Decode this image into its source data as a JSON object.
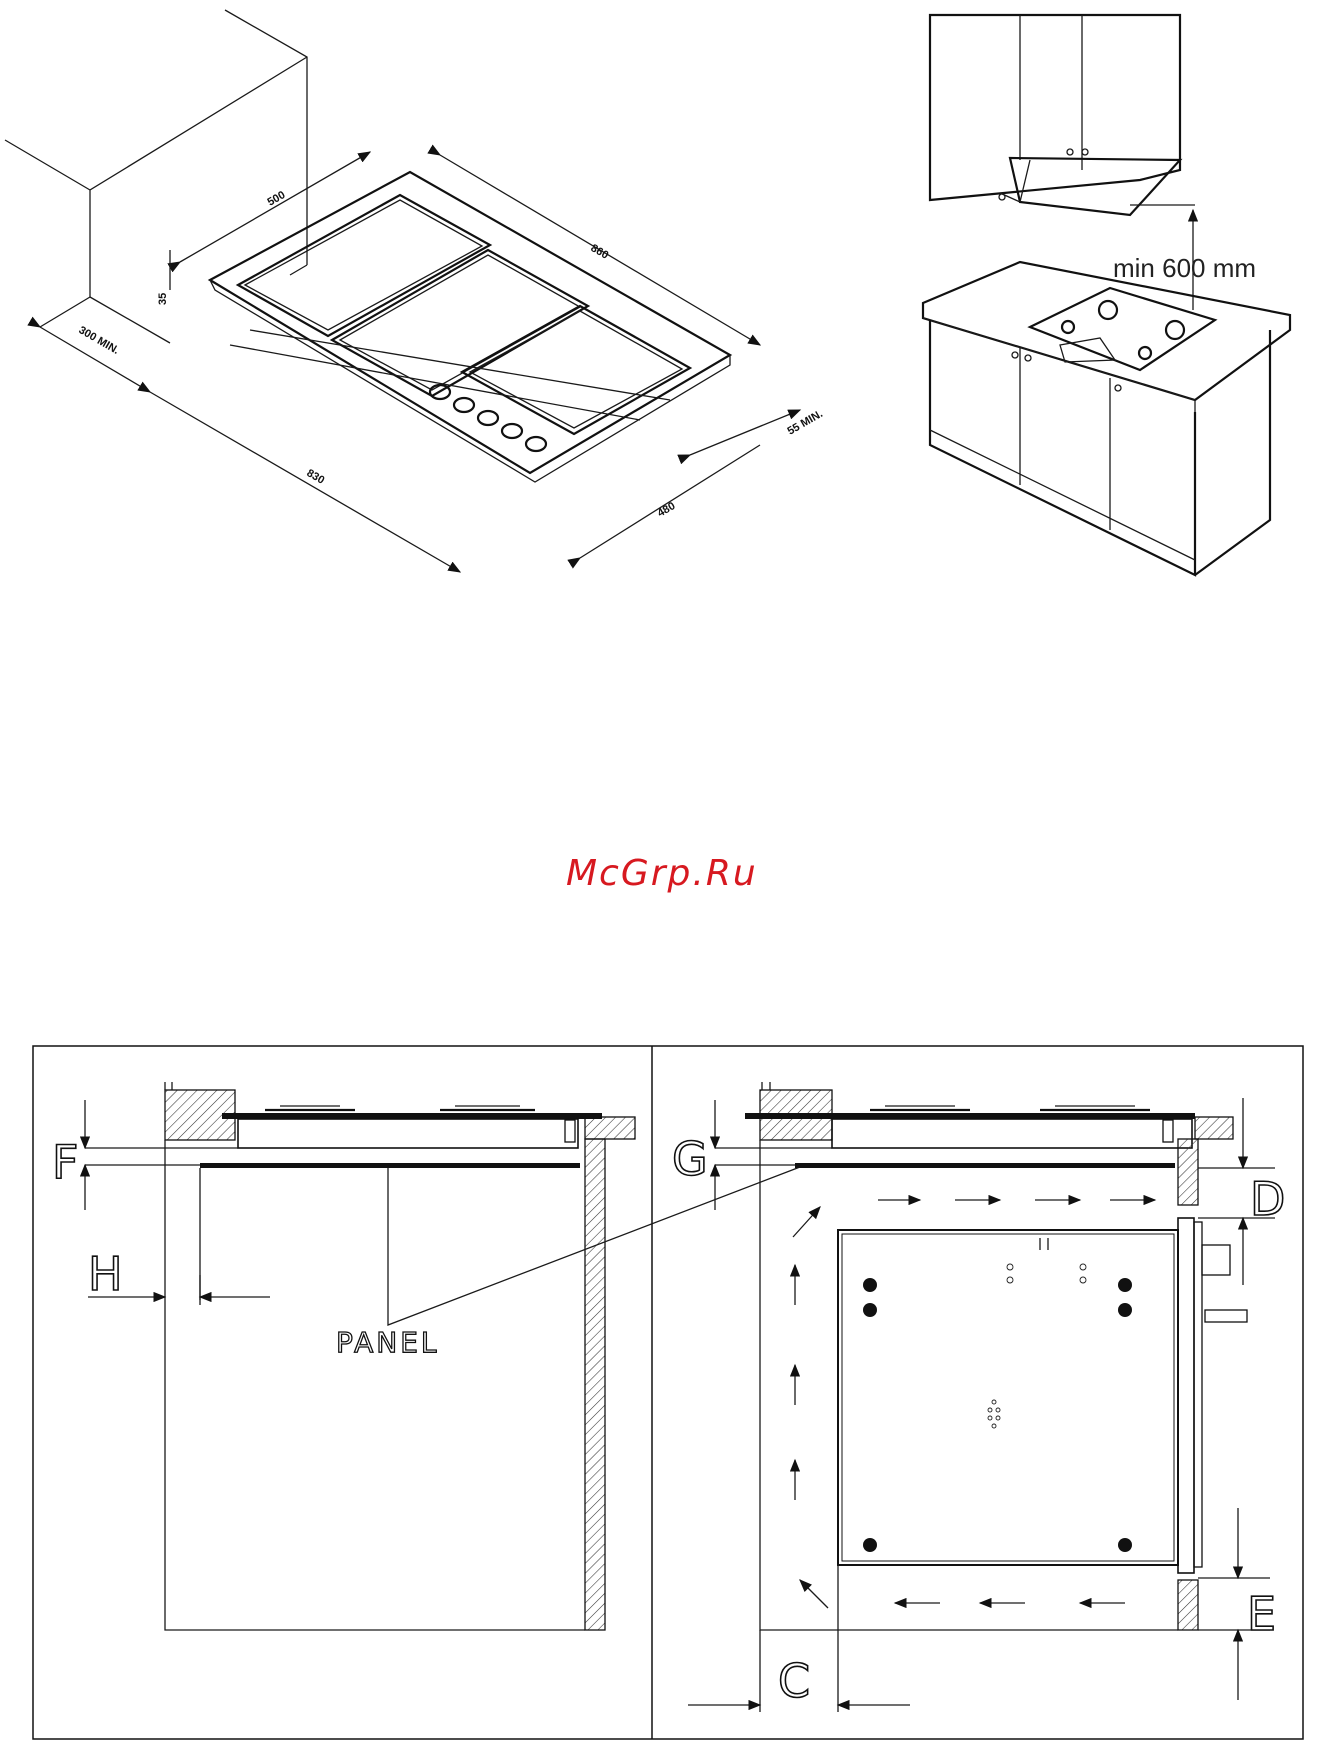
{
  "top_left_diagram": {
    "dim_width": "500",
    "dim_length": "860",
    "dim_height": "35",
    "dim_wall_clearance": "300 MIN.",
    "dim_cutout_length": "830",
    "dim_cutout_width": "480",
    "dim_edge_clearance": "55 MIN."
  },
  "top_right_diagram": {
    "hood_clearance": "min 600 mm"
  },
  "watermark": "McGrp.Ru",
  "bottom_left_diagram": {
    "label_f": "F",
    "label_h": "H",
    "label_panel": "PANEL"
  },
  "bottom_right_diagram": {
    "label_g": "G",
    "label_d": "D",
    "label_e": "E",
    "label_c": "C"
  }
}
